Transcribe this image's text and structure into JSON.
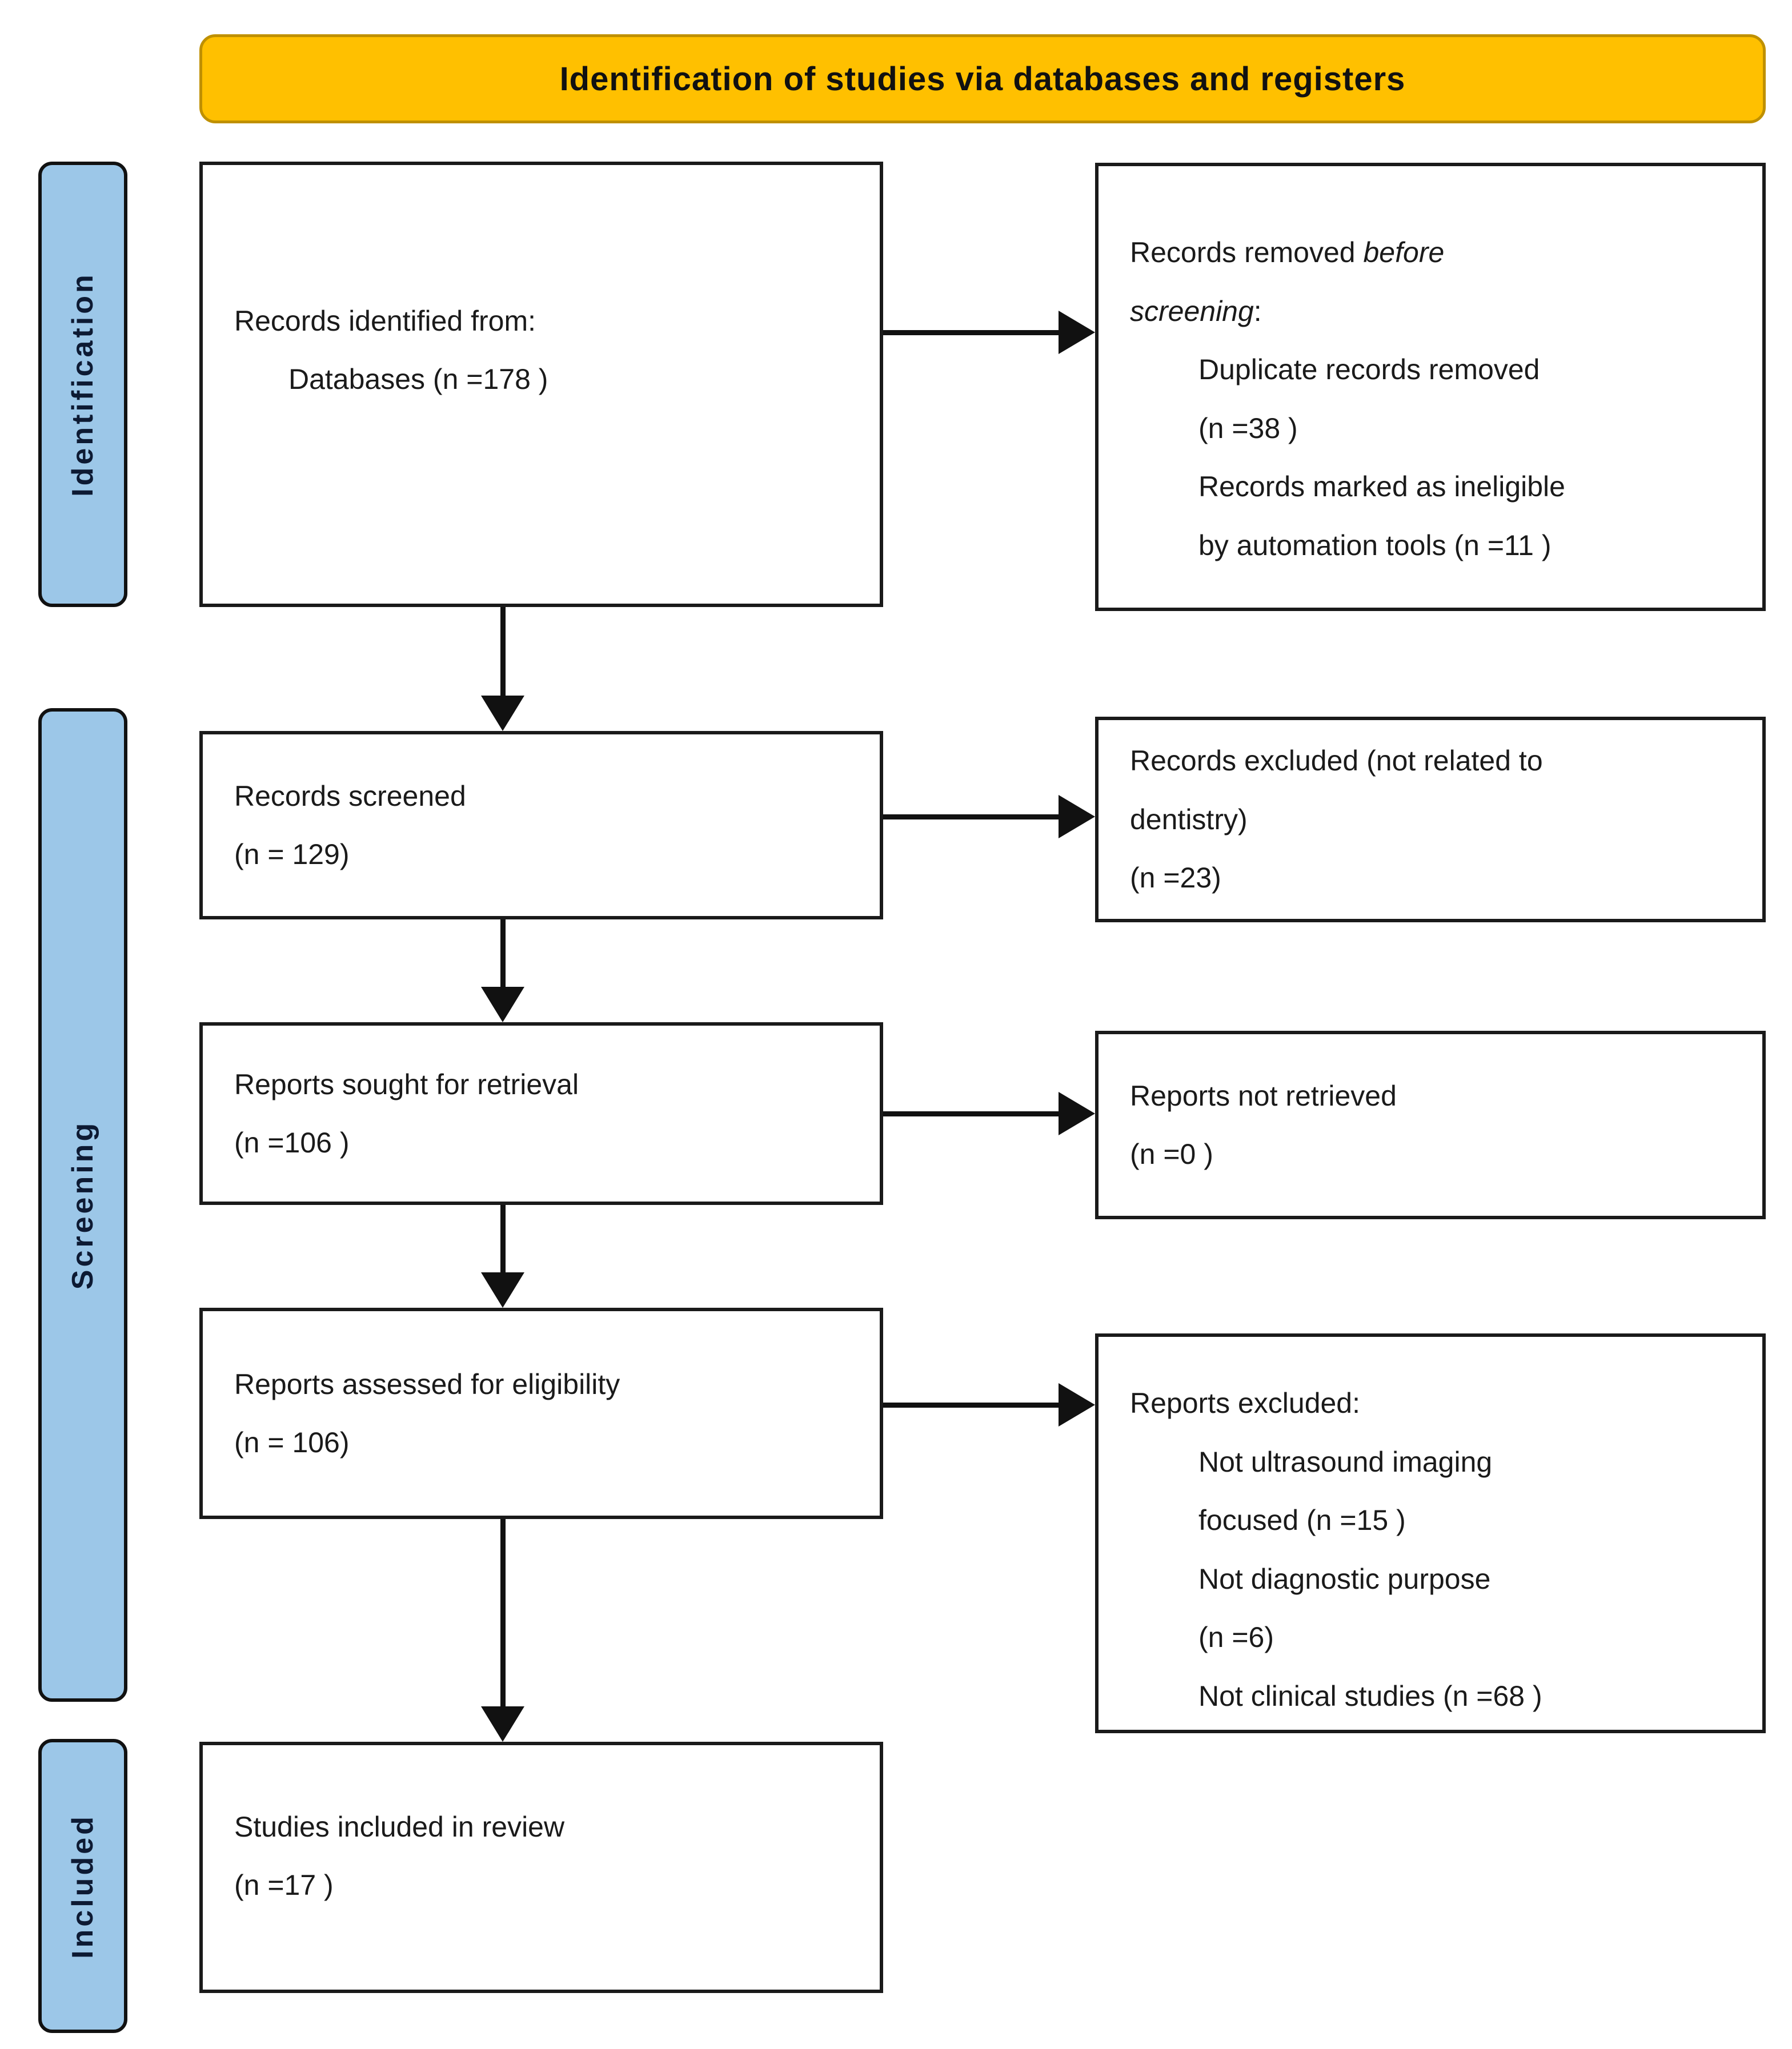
{
  "header": {
    "title": "Identification of studies via databases and registers"
  },
  "sidebar": {
    "identification": "Identification",
    "screening": "Screening",
    "included": "Included"
  },
  "boxes": {
    "records_identified": {
      "line1": "Records identified from:",
      "line2": "Databases (n =178 )"
    },
    "records_removed": {
      "intro_normal": "Records removed ",
      "intro_italic": "before\nscreening",
      "intro_suffix": ":",
      "items": "Duplicate records removed\n(n =38 )\nRecords marked as ineligible\nby automation tools (n =11 )"
    },
    "records_screened": {
      "text": "Records screened\n(n = 129)"
    },
    "records_excluded": {
      "text": "Records excluded (not related to\ndentistry)\n(n =23)"
    },
    "reports_sought": {
      "text": "Reports sought for retrieval\n(n =106 )"
    },
    "reports_not_retrieved": {
      "text": "Reports not retrieved\n(n =0 )"
    },
    "reports_assessed": {
      "text": "Reports assessed for eligibility\n(n = 106)"
    },
    "reports_excluded": {
      "title": "Reports excluded:",
      "items": "Not ultrasound imaging\nfocused (n =15 )\nNot diagnostic purpose\n(n =6)\nNot clinical studies (n =68 )"
    },
    "studies_included": {
      "text": "Studies included in review\n(n =17 )"
    }
  },
  "colors": {
    "header_bg": "#FFC000",
    "header_border": "#BF9000",
    "sidebar_bg": "#9CC7E8",
    "box_border": "#1A1A1A",
    "arrow": "#111111"
  }
}
